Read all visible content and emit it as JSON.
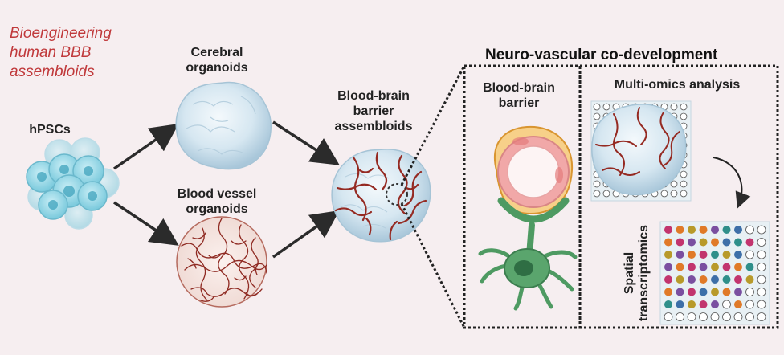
{
  "title": {
    "line1": "Bioengineering",
    "line2": "human BBB",
    "line3": "assembloids"
  },
  "labels": {
    "hpscs": "hPSCs",
    "cerebral_1": "Cerebral",
    "cerebral_2": "organoids",
    "vessel_1": "Blood vessel",
    "vessel_2": "organoids",
    "bbb_1": "Blood-brain",
    "bbb_2": "barrier",
    "bbb_3": "assembloids"
  },
  "panel": {
    "title": "Neuro-vascular co-development",
    "left_1": "Blood-brain",
    "left_2": "barrier",
    "right": "Multi-omics analysis",
    "spatial_1": "Spatial",
    "spatial_2": "transcriptomics"
  },
  "colors": {
    "accent_title": "#c0393b",
    "organoid_blue": "#cfe3ef",
    "vessel_red": "#9a2a22",
    "cell_teal": "#7fd0e0",
    "neuron_green": "#4e9a62",
    "pericyte_orange": "#e9a33a",
    "endothelial_pink": "#f3b6b6"
  },
  "spot_grid": {
    "palette": [
      "#c2356e",
      "#e07a28",
      "#b89a2a",
      "#7a4fa0",
      "#2f8f8a",
      "#3d6fa8",
      "#ffffff"
    ]
  }
}
